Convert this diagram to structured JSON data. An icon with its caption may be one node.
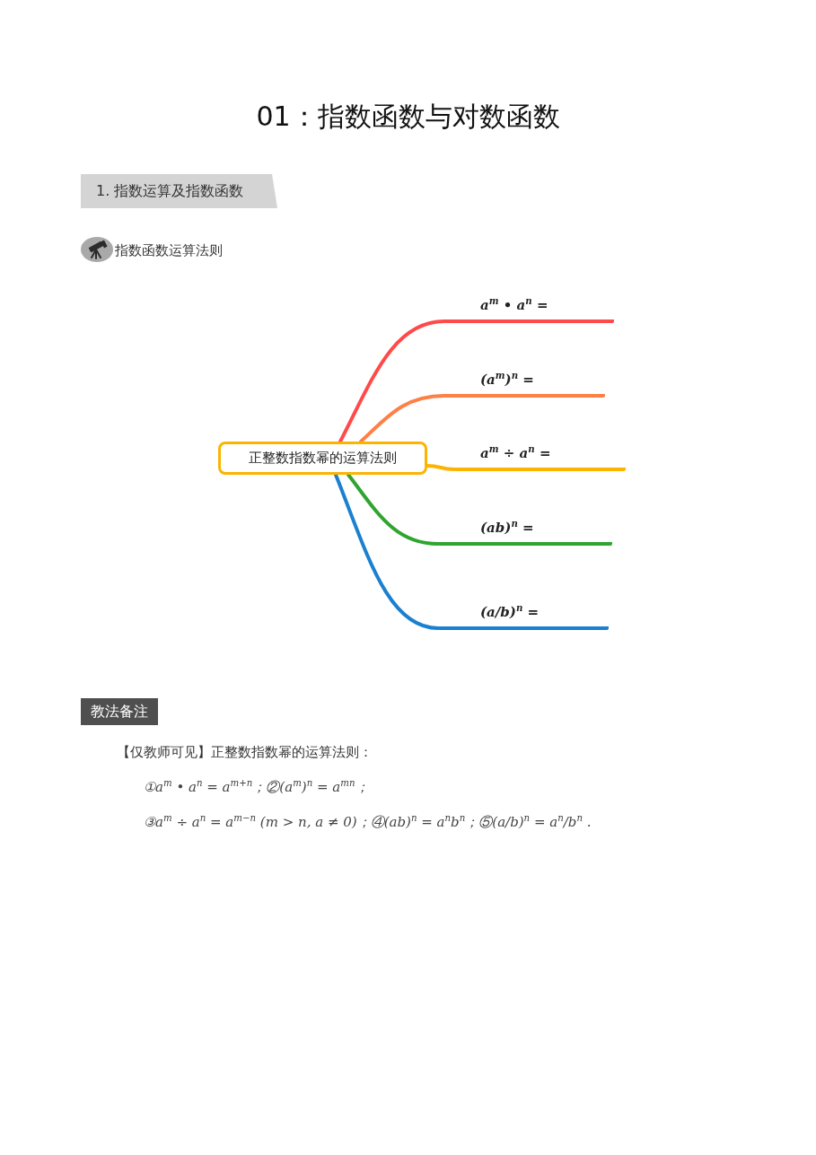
{
  "diagram": {
    "title": "01：指数函数与对数函数",
    "nodes": [
      {
        "text": [
          "1. 指数运算及指数函数"
        ]
      },
      {
        "text": [
          "正整数指数幂的运算法则"
        ]
      },
      {
        "text": [
          "a$^{m}$ • a$^{n}$ ="
        ]
      },
      {
        "text": [
          "(a$^{m}$)$^{n}$ ="
        ]
      },
      {
        "text": [
          "a$^{m}$ ÷ a$^{n}$ ="
        ]
      },
      {
        "text": [
          "(ab)$^{n}$ ="
        ]
      },
      {
        "text": [
          "(a/b)$^{n}$ ="
        ]
      },
      {
        "text": [
          "教法备注"
        ]
      }
    ],
    "edges": [
      {
        "from": 1,
        "to": 2,
        "arrow": "none",
        "color": "#ff4a4a"
      },
      {
        "from": 1,
        "to": 3,
        "arrow": "none",
        "color": "#ff7f45"
      },
      {
        "from": 1,
        "to": 4,
        "arrow": "none",
        "color": "#fbb400"
      },
      {
        "from": 1,
        "to": 5,
        "arrow": "none",
        "color": "#2fa52f"
      },
      {
        "from": 1,
        "to": 6,
        "arrow": "none",
        "color": "#1a80cf"
      }
    ],
    "labels": [
      "指数函数运算法则",
      "【仅教师可见】正整数指数幂的运算法则：",
      "①a$^{m}$ • a$^{n}$ = a$^{m+n}$；②(a$^{m}$)$^{n}$ = a$^{mn}$；",
      "③a$^{m}$ ÷ a$^{n}$ = a$^{m−n}$ (m > n, a ≠ 0)；④(ab)$^{n}$ = a$^{n}$b$^{n}$；⑤(a/b)$^{n}$ = a$^{n}$/b$^{n}$ ."
    ]
  }
}
